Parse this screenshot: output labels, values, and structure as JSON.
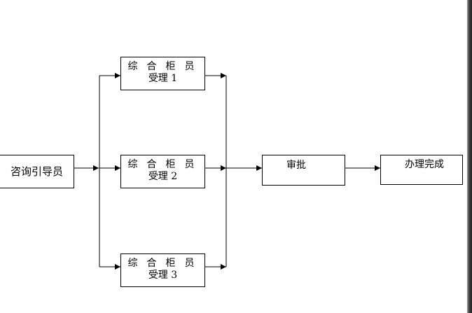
{
  "nodes": {
    "consult": "咨询引导员",
    "counter1": {
      "line1": "综合柜员",
      "line2": "受理 1"
    },
    "counter2": {
      "line1": "综合柜员",
      "line2": "受理 2"
    },
    "counter3": {
      "line1": "综合柜员",
      "line2": "受理 3"
    },
    "approve": "审批",
    "done": "办理完成"
  },
  "edges": [
    [
      "consult",
      "counter1"
    ],
    [
      "consult",
      "counter2"
    ],
    [
      "consult",
      "counter3"
    ],
    [
      "counter1",
      "approve"
    ],
    [
      "counter2",
      "approve"
    ],
    [
      "counter3",
      "approve"
    ],
    [
      "approve",
      "done"
    ]
  ]
}
